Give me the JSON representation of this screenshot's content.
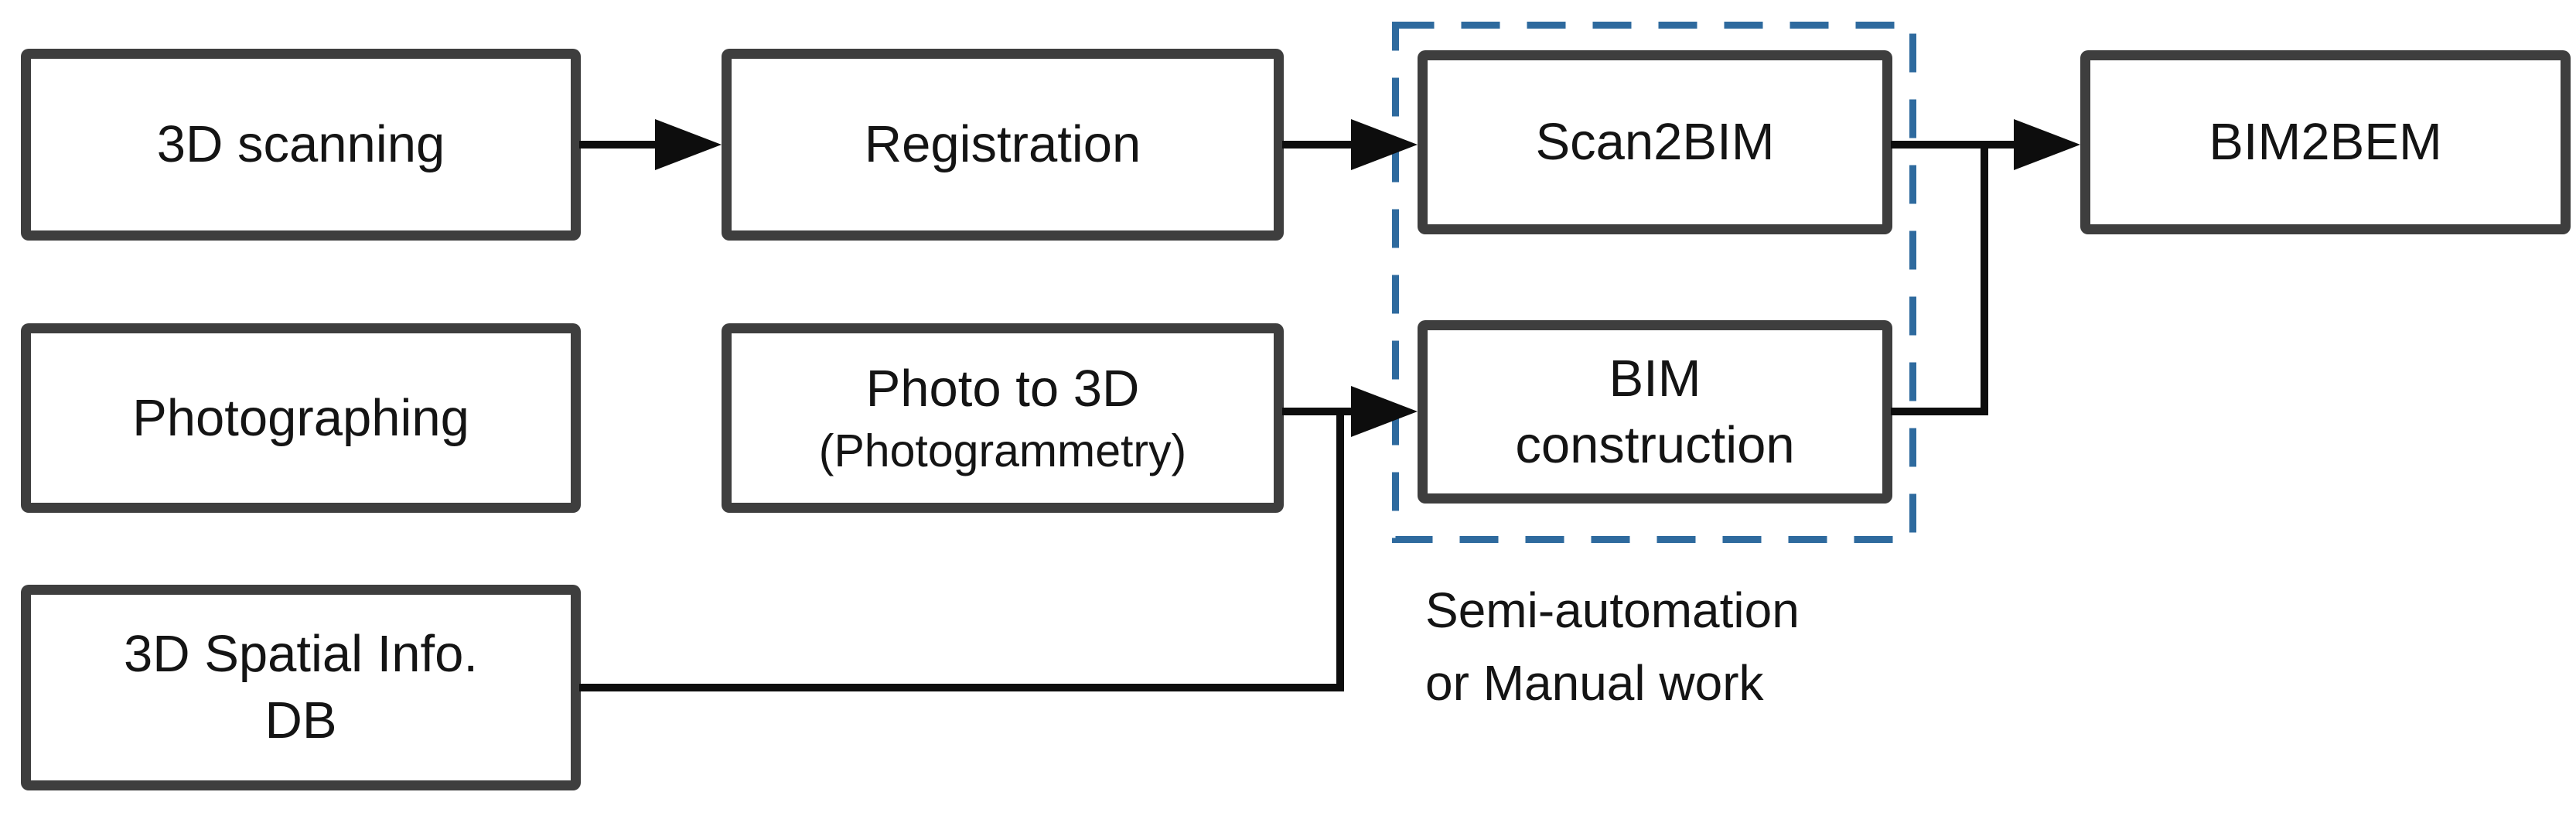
{
  "boxes": {
    "scanning": {
      "label": "3D scanning"
    },
    "registration": {
      "label": "Registration"
    },
    "scan2bim": {
      "label": "Scan2BIM"
    },
    "bim2bem": {
      "label": "BIM2BEM"
    },
    "photographing": {
      "label": "Photographing"
    },
    "photo_to_3d": {
      "label": "Photo to 3D",
      "sublabel": "(Photogrammetry)"
    },
    "bim_construction": {
      "line1": "BIM",
      "line2": "construction"
    },
    "spatial_db": {
      "line1": "3D Spatial Info.",
      "line2": "DB"
    }
  },
  "annotation": {
    "line1": "Semi-automation",
    "line2": "or Manual work"
  },
  "colors": {
    "background": "#ffffff",
    "box_border": "#3e3e3e",
    "connector": "#0d0d0d",
    "dashed_group_border": "#2e6a9e",
    "text": "#141414"
  }
}
